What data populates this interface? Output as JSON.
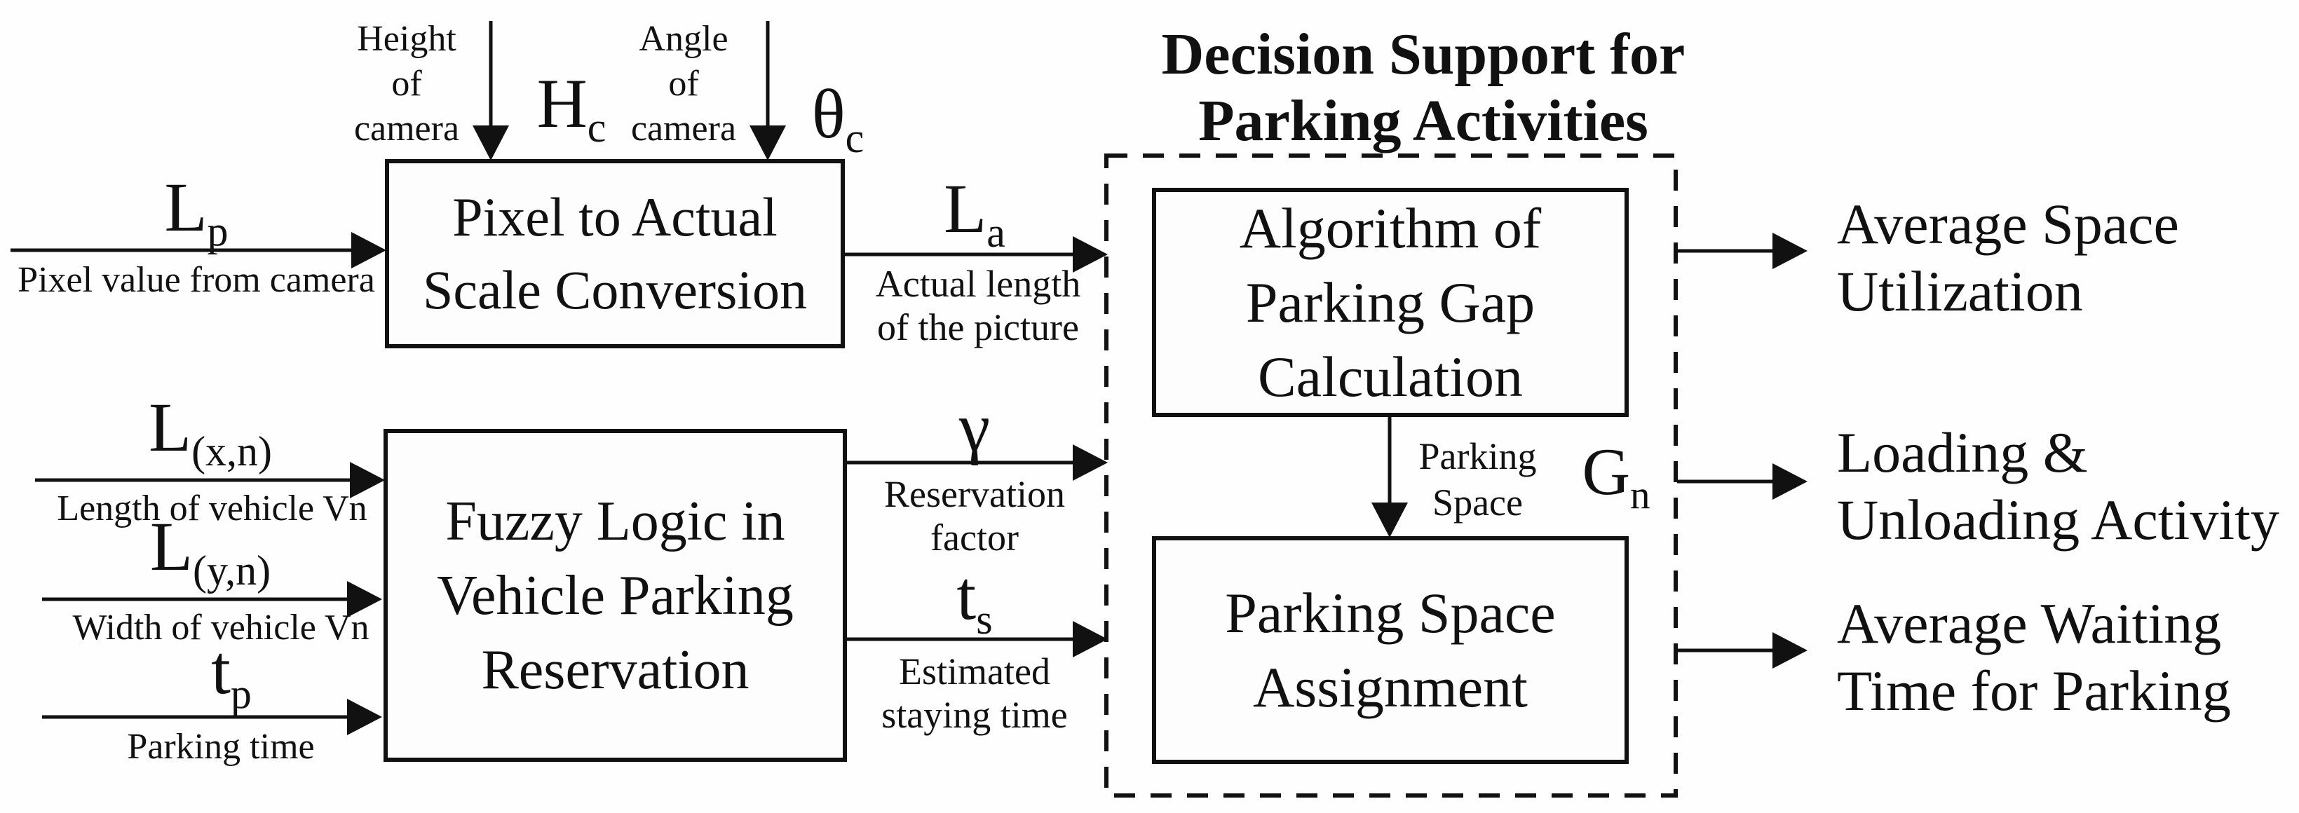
{
  "title": {
    "lines": [
      "Decision Support for",
      "Parking Activities"
    ]
  },
  "boxes": {
    "pixel_scale": {
      "lines": [
        "Pixel to Actual",
        "Scale Conversion"
      ]
    },
    "fuzzy": {
      "lines": [
        "Fuzzy Logic in",
        "Vehicle Parking",
        "Reservation"
      ]
    },
    "gap_algorithm": {
      "lines": [
        "Algorithm of",
        "Parking Gap",
        "Calculation"
      ]
    },
    "assignment": {
      "lines": [
        "Parking Space",
        "Assignment"
      ]
    }
  },
  "camera_inputs": {
    "height": {
      "lines": [
        "Height",
        "of",
        "camera"
      ],
      "symbol": {
        "base": "H",
        "sub": "c"
      }
    },
    "angle": {
      "lines": [
        "Angle",
        "of",
        "camera"
      ],
      "symbol": {
        "base": "θ",
        "sub": "c"
      }
    }
  },
  "left_inputs": {
    "lp": {
      "symbol": {
        "base": "L",
        "sub": "p"
      },
      "desc": "Pixel value from camera"
    },
    "lxn": {
      "symbol": {
        "base": "L",
        "sub": "(x,n)"
      },
      "desc": "Length of vehicle Vn"
    },
    "lyn": {
      "symbol": {
        "base": "L",
        "sub": "(y,n)"
      },
      "desc": "Width of vehicle Vn"
    },
    "tp": {
      "symbol": {
        "base": "t",
        "sub": "p"
      },
      "desc": "Parking time"
    }
  },
  "intermediate": {
    "la": {
      "symbol": {
        "base": "L",
        "sub": "a"
      },
      "desc_lines": [
        "Actual length",
        "of the picture"
      ]
    },
    "gamma": {
      "symbol": {
        "base": "γ",
        "sub": ""
      },
      "desc_lines": [
        "Reservation",
        "factor"
      ]
    },
    "ts": {
      "symbol": {
        "base": "t",
        "sub": "s"
      },
      "desc_lines": [
        "Estimated",
        "staying time"
      ]
    },
    "gn": {
      "label_lines": [
        "Parking",
        "Space"
      ],
      "symbol": {
        "base": "G",
        "sub": "n"
      }
    }
  },
  "outputs": [
    {
      "lines": [
        "Average Space",
        "Utilization"
      ]
    },
    {
      "lines": [
        "Loading &",
        "Unloading Activity"
      ]
    },
    {
      "lines": [
        "Average Waiting",
        "Time for Parking"
      ]
    }
  ],
  "colors": {
    "ink": "#111111",
    "background": "#fefefe"
  }
}
